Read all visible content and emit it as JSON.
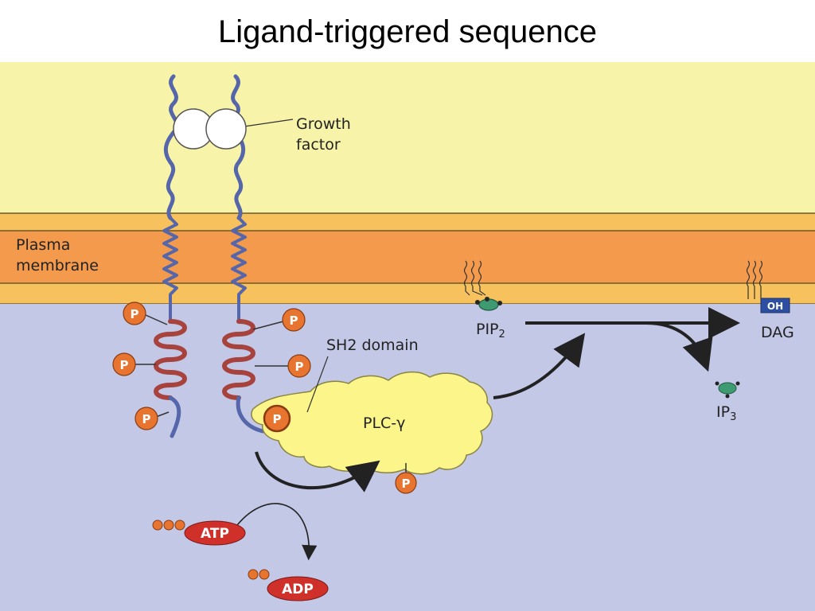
{
  "title": "Ligand-triggered sequence",
  "labels": {
    "growth_factor_line1": "Growth",
    "growth_factor_line2": "factor",
    "plasma_membrane_line1": "Plasma",
    "plasma_membrane_line2": "membrane",
    "sh2_domain": "SH2 domain",
    "plc": "PLC-γ",
    "pip2": "PIP",
    "pip2_sub": "2",
    "dag": "DAG",
    "oh": "OH",
    "ip3": "IP",
    "ip3_sub": "3",
    "atp": "ATP",
    "adp": "ADP",
    "phosphate": "P"
  },
  "colors": {
    "extracellular": "#f7f3a9",
    "membrane_core": "#f39a4c",
    "membrane_edge": "#f7c25e",
    "cytoplasm": "#c2c8e6",
    "receptor": "#5566aa",
    "phospho_segment": "#a8423c",
    "phosphate": "#e8752f",
    "plc": "#fbf58a",
    "atp_oval": "#d0302a",
    "pip_head": "#3e9a70",
    "oh_box": "#2d4fa2"
  }
}
